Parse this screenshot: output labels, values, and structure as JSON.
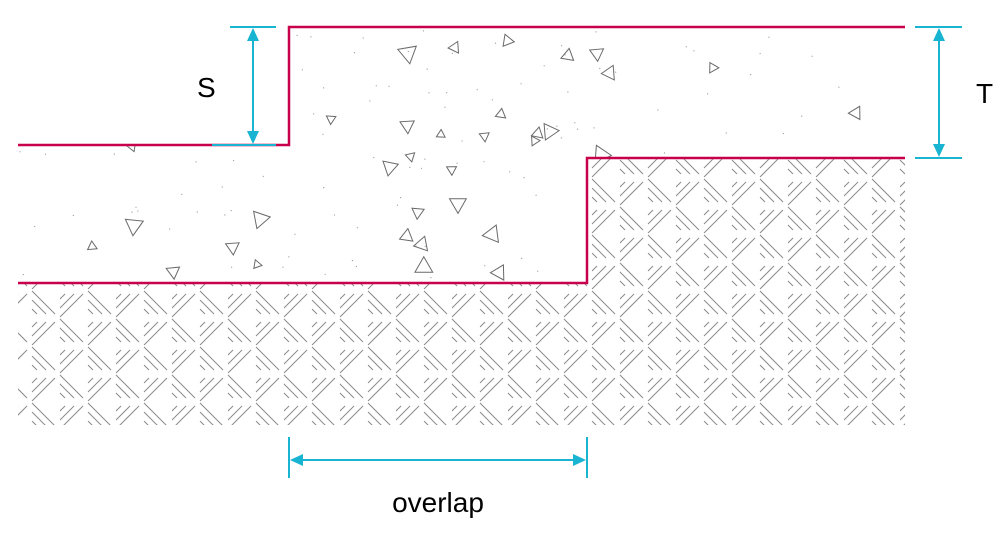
{
  "labels": {
    "step_height": "S",
    "thickness": "T",
    "overlap": "overlap"
  },
  "colors": {
    "profile_line": "#c8004b",
    "dimension_line": "#19b4d2",
    "hatch_line": "#8a8a8a",
    "aggregate_line": "#6a6a6a",
    "label_text": "#000000",
    "background": "#ffffff"
  }
}
